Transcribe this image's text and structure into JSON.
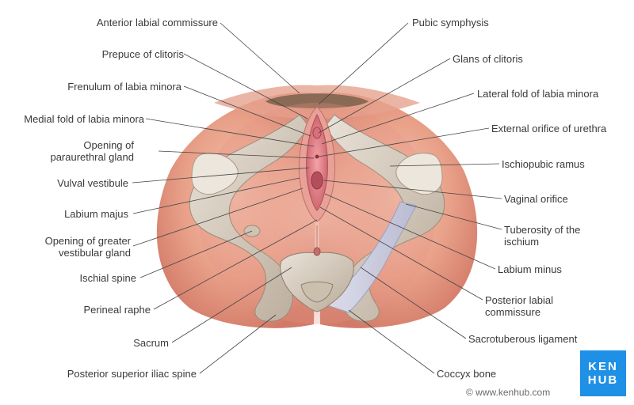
{
  "labels_left": [
    {
      "id": "anterior-labial-commissure",
      "lines": [
        "Anterior labial commissure"
      ]
    },
    {
      "id": "prepuce-of-clitoris",
      "lines": [
        "Prepuce of clitoris"
      ]
    },
    {
      "id": "frenulum-of-labia-minora",
      "lines": [
        "Frenulum of labia minora"
      ]
    },
    {
      "id": "medial-fold-of-labia-minora",
      "lines": [
        "Medial fold of labia minora"
      ]
    },
    {
      "id": "opening-of-paraurethral-gland",
      "lines": [
        "Opening of",
        "paraurethral gland"
      ]
    },
    {
      "id": "vulval-vestibule",
      "lines": [
        "Vulval vestibule"
      ]
    },
    {
      "id": "labium-majus",
      "lines": [
        "Labium majus"
      ]
    },
    {
      "id": "opening-of-greater-vestibular-gland",
      "lines": [
        "Opening of greater",
        "vestibular gland"
      ]
    },
    {
      "id": "ischial-spine",
      "lines": [
        "Ischial spine"
      ]
    },
    {
      "id": "perineal-raphe",
      "lines": [
        "Perineal raphe"
      ]
    },
    {
      "id": "sacrum",
      "lines": [
        "Sacrum"
      ]
    },
    {
      "id": "posterior-superior-iliac-spine",
      "lines": [
        "Posterior superior iliac spine"
      ]
    }
  ],
  "labels_right": [
    {
      "id": "pubic-symphysis",
      "lines": [
        "Pubic symphysis"
      ]
    },
    {
      "id": "glans-of-clitoris",
      "lines": [
        "Glans of clitoris"
      ]
    },
    {
      "id": "lateral-fold-of-labia-minora",
      "lines": [
        "Lateral fold of labia minora"
      ]
    },
    {
      "id": "external-orifice-of-urethra",
      "lines": [
        "External orifice of urethra"
      ]
    },
    {
      "id": "ischiopubic-ramus",
      "lines": [
        "Ischiopubic ramus"
      ]
    },
    {
      "id": "vaginal-orifice",
      "lines": [
        "Vaginal orifice"
      ]
    },
    {
      "id": "tuberosity-of-the-ischium",
      "lines": [
        "Tuberosity of the",
        "ischium"
      ]
    },
    {
      "id": "labium-minus",
      "lines": [
        "Labium minus"
      ]
    },
    {
      "id": "posterior-labial-commissure",
      "lines": [
        "Posterior labial",
        "commissure"
      ]
    },
    {
      "id": "sacrotuberous-ligament",
      "lines": [
        "Sacrotuberous ligament"
      ]
    },
    {
      "id": "coccyx-bone",
      "lines": [
        "Coccyx bone"
      ]
    }
  ],
  "logo": {
    "line1": "KEN",
    "line2": "HUB"
  },
  "copyright": "© www.kenhub.com",
  "colors": {
    "logo": "#1e90e6",
    "leader": "#444444",
    "text": "#3a3a3a",
    "skin": "#e9a189",
    "bone": "#d9cfc2",
    "ligament": "#c9cce0",
    "mucosa": "#e07a82"
  }
}
